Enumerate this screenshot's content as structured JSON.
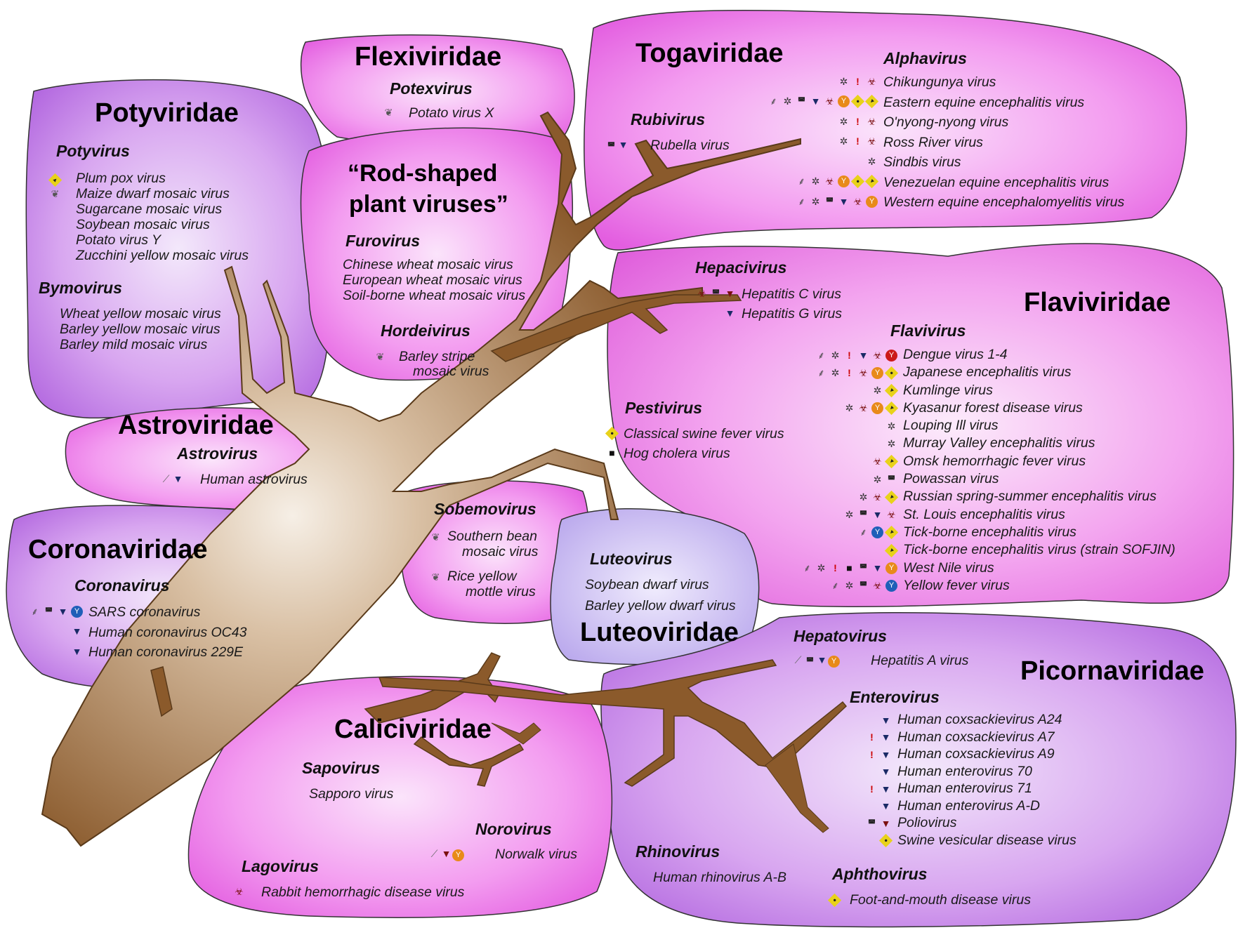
{
  "families": {
    "potyviridae": "Potyviridae",
    "flexiviridae": "Flexiviridae",
    "togaviridae": "Togaviridae",
    "rod_shaped_line1": "“Rod-shaped",
    "rod_shaped_line2": "plant viruses”",
    "flaviviridae": "Flaviviridae",
    "astroviridae": "Astroviridae",
    "coronaviridae": "Coronaviridae",
    "luteoviridae": "Luteoviridae",
    "caliciviridae": "Caliciviridae",
    "picornaviridae": "Picornaviridae"
  },
  "genera": {
    "potyvirus": "Potyvirus",
    "bymovirus": "Bymovirus",
    "potexvirus": "Potexvirus",
    "alphavirus": "Alphavirus",
    "rubivirus": "Rubivirus",
    "furovirus": "Furovirus",
    "hordeivirus": "Hordeivirus",
    "hepacivirus": "Hepacivirus",
    "flavivirus": "Flavivirus",
    "pestivirus": "Pestivirus",
    "astrovirus": "Astrovirus",
    "coronavirus": "Coronavirus",
    "sobemovirus": "Sobemovirus",
    "luteovirus": "Luteovirus",
    "hepatovirus": "Hepatovirus",
    "enterovirus": "Enterovirus",
    "sapovirus": "Sapovirus",
    "norovirus": "Norovirus",
    "lagovirus": "Lagovirus",
    "rhinovirus": "Rhinovirus",
    "aphthovirus": "Aphthovirus"
  },
  "viruses": {
    "potyvirus": [
      "Plum pox virus",
      "Maize dwarf mosaic virus",
      "Sugarcane mosaic virus",
      "Soybean mosaic virus",
      "Potato virus Y",
      "Zucchini yellow mosaic virus"
    ],
    "bymovirus": [
      "Wheat yellow mosaic virus",
      "Barley yellow mosaic virus",
      "Barley mild mosaic virus"
    ],
    "potexvirus": [
      "Potato virus X"
    ],
    "alphavirus": [
      "Chikungunya virus",
      "Eastern equine encephalitis virus",
      "O'nyong-nyong virus",
      "Ross River virus",
      "Sindbis virus",
      "Venezuelan equine encephalitis virus",
      "Western equine encephalomyelitis virus"
    ],
    "rubivirus": [
      "Rubella virus"
    ],
    "furovirus": [
      "Chinese wheat mosaic virus",
      "European wheat mosaic virus",
      "Soil-borne wheat mosaic virus"
    ],
    "hordeivirus_l1": "Barley stripe",
    "hordeivirus_l2": "mosaic virus",
    "hepacivirus": [
      "Hepatitis C virus",
      "Hepatitis G virus"
    ],
    "flavivirus": [
      "Dengue virus 1-4",
      "Japanese encephalitis virus",
      "Kumlinge virus",
      "Kyasanur forest disease virus",
      "Louping Ill virus",
      "Murray Valley encephalitis virus",
      "Omsk hemorrhagic fever virus",
      "Powassan virus",
      "Russian spring-summer encephalitis virus",
      "St. Louis encephalitis virus",
      "Tick-borne encephalitis virus",
      "Tick-borne encephalitis virus (strain SOFJIN)",
      "West Nile virus",
      "Yellow fever virus"
    ],
    "pestivirus": [
      "Classical swine fever virus",
      "Hog cholera virus"
    ],
    "astrovirus": [
      "Human astrovirus"
    ],
    "coronavirus": [
      "SARS coronavirus",
      "Human coronavirus OC43",
      "Human coronavirus 229E"
    ],
    "sobemovirus_1_l1": "Southern bean",
    "sobemovirus_1_l2": "mosaic virus",
    "sobemovirus_2_l1": "Rice yellow",
    "sobemovirus_2_l2": "mottle virus",
    "luteovirus": [
      "Soybean dwarf virus",
      "Barley yellow dwarf virus"
    ],
    "hepatovirus": [
      "Hepatitis A virus"
    ],
    "enterovirus": [
      "Human coxsackievirus A24",
      "Human coxsackievirus A7",
      "Human coxsackievirus A9",
      "Human enterovirus 70",
      "Human enterovirus 71",
      "Human enterovirus A-D",
      "Poliovirus",
      "Swine vesicular disease virus"
    ],
    "sapovirus": [
      "Sapporo virus"
    ],
    "norovirus": [
      "Norwalk virus"
    ],
    "lagovirus": [
      "Rabbit hemorrhagic disease virus"
    ],
    "rhinovirus": [
      "Human rhinovirus A-B"
    ],
    "aphthovirus": [
      "Foot-and-mouth disease virus"
    ]
  },
  "icons": {
    "plant": "plant-leaf-icon",
    "tick": "tick-vector-icon",
    "mosquito": "mosquito-vector-icon",
    "alert": "exclamation-alert-icon",
    "biohazard": "biohazard-icon",
    "waterborne": "funnel-water-icon",
    "cdc": "cdc-bioterrorism-icon",
    "vaccine_orange": "orange-vaccine-icon",
    "vaccine_blue": "blue-vaccine-icon",
    "animal_diamond": "yellow-diamond-animal-icon",
    "cow": "cow-livestock-icon",
    "food": "spoon-food-icon"
  },
  "colors": {
    "trunk_brown": "#8b5a2b",
    "trunk_light": "#f2e8dc",
    "blob_pink": "#f088ee",
    "blob_purple": "#cc88ee",
    "blob_lavender": "#c8b6f0"
  }
}
